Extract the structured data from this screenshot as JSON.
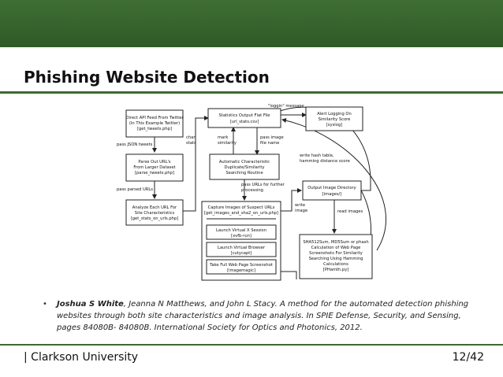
{
  "slide": {
    "title": "Phishing Website Detection",
    "reference": {
      "authors_lead": "Joshua S White",
      "text": ", Jeanna N Matthews, and John L Stacy. A method for the automated detection phishing websites through both site characteristics and image analysis. In SPIE Defense, Security, and Sensing, pages 84080B- 84080B. International Society for Optics and Photonics, 2012."
    },
    "footer": {
      "institution": "Clarkson University",
      "page": "12/42"
    }
  },
  "diagram": {
    "boxes": {
      "twitter": [
        "Direct API Feed From Twitter",
        "(In This Example Twitter)",
        "[get_tweets.php]"
      ],
      "parse": [
        "Parse Out URL's",
        "From Larger Dataset",
        "[parse_tweets.php]"
      ],
      "analyze": [
        "Analyze Each URL For",
        "Site Characteristics",
        "[get_stats_on_urls.php]"
      ],
      "stats": [
        "Statistics Output Flat File",
        "[url_stats.csv]"
      ],
      "alert": [
        "Alert Logging On",
        "Similarity Score",
        "[syslog]"
      ],
      "auto": [
        "Automatic Characteristic",
        "Duplicate/Similarity",
        "Searching Routine"
      ],
      "capture": [
        "Capture Images of Suspect URLs",
        "[get_images_and_sha2_on_urls.php]"
      ],
      "xsession": [
        "Launch Virtual X Session",
        "[xvfb-run]"
      ],
      "browser": [
        "Launch Virtual Browser",
        "[cutycapt]"
      ],
      "screenshot": [
        "Take Full Web Page Screenshot",
        "[imagemagic]"
      ],
      "imgdir": [
        "Output Image Directory",
        "[images/]"
      ],
      "sha": [
        "SHA512Sum, MD5Sum or phash",
        "Calculation of Web Page",
        "Screenshots For Similarity",
        "Searching Using Hamming",
        "Calculations",
        "[PHamth.py]"
      ]
    },
    "labels": {
      "pass_json": "pass JSON tweets",
      "pass_parsed": "pass parsed URLs",
      "char_stats": [
        "char",
        "stats"
      ],
      "loggin": "\"loggin\" message",
      "mark_sim": [
        "mark",
        "similarity"
      ],
      "pass_image": [
        "pass image",
        "file name"
      ],
      "write_hash": [
        "write hash table,",
        "hamming distance score"
      ],
      "further": [
        "pass URLs for further",
        "processing"
      ],
      "write_image": [
        "write",
        "image"
      ],
      "read_images": "read images"
    }
  }
}
